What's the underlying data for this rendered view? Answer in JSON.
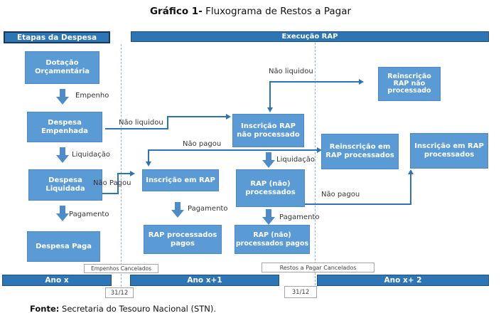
{
  "title": {
    "bold": "Gráfico 1-",
    "text": " Fluxograma de Restos a Pagar"
  },
  "headers": {
    "etapas": "Etapas da Despesa",
    "execucao": "Execução RAP"
  },
  "stages": {
    "dotacao": "Dotação\nOrçamentária",
    "despesa_empenhada": "Despesa\nEmpenhada",
    "despesa_liquidada": "Despesa\nLiquidada",
    "despesa_paga": "Despesa Paga"
  },
  "rap": {
    "inscricao_rap_nao_processado": "Inscrição RAP\nnão processado",
    "reinscricao_rap_nao_processado": "Reinscrição\nRAP não\nprocessado",
    "inscricao_em_rap": "Inscrição em RAP",
    "rap_nao_processados": "RAP (não)\nprocessados",
    "reinscricao_em_rap_processados": "Reinscrição em\nRAP processados",
    "inscricao_em_rap_processados": "Inscrição em RAP\nprocessados",
    "rap_processados_pagos": "RAP processados\npagos",
    "rap_nao_processados_pagos": "RAP (não)\nprocessados pagos"
  },
  "flow_labels": {
    "empenho": "Empenho",
    "liquidacao_1": "Liquidação",
    "pagamento_1": "Pagamento",
    "nao_liquidou_1": "Não liquidou",
    "nao_liquidou_2": "Não liquidou",
    "nao_pagou_1": "Não Pagou",
    "nao_pagou_2": "Não pagou",
    "nao_pagou_3": "Não pagou",
    "liquidacao_2": "Liquidação",
    "pagamento_2": "Pagamento",
    "pagamento_3": "Pagamento"
  },
  "timeline": {
    "ano_x": "Ano x",
    "ano_x1": "Ano x+1",
    "ano_x2": "Ano x+ 2",
    "date_1": "31/12",
    "date_2": "31/12",
    "empenhos_cancelados": "Empenhos Cancelados",
    "restos_cancelados": "Restos a Pagar  Cancelados"
  },
  "footer": {
    "bold": "Fonte:",
    "text": " Secretaria do Tesouro Nacional (STN)."
  },
  "colors": {
    "box_fill": "#5b9bd5",
    "bar_fill": "#2e75b6",
    "connector": "#2e74b5",
    "block_arrow": "#4e8bc9",
    "dashed_divider": "#8db3e2"
  }
}
